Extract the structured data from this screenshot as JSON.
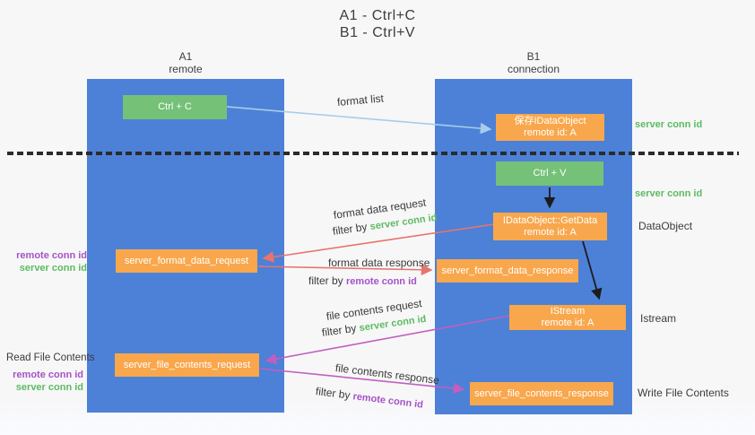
{
  "title": {
    "line1": "A1 - Ctrl+C",
    "line2": "B1 - Ctrl+V"
  },
  "lanes": {
    "a1": {
      "name": "A1",
      "role": "remote"
    },
    "b1": {
      "name": "B1",
      "role": "connection"
    }
  },
  "nodes": {
    "ctrl_c": {
      "label": "Ctrl + C"
    },
    "save_dataobject": {
      "line1": "保存IDataObject",
      "line2": "remote id: A"
    },
    "ctrl_v": {
      "label": "Ctrl + V"
    },
    "getdata": {
      "line1": "IDataObject::GetData",
      "line2": "remote id: A"
    },
    "format_request": {
      "label": "server_format_data_request"
    },
    "format_response": {
      "label": "server_format_data_response"
    },
    "istream": {
      "line1": "IStream",
      "line2": "remote id: A"
    },
    "file_request": {
      "label": "server_file_contents_request"
    },
    "file_response": {
      "label": "server_file_contents_response"
    }
  },
  "arrows": {
    "format_list": {
      "label": "format list"
    },
    "format_data_request": {
      "label": "format data request",
      "filter": "filter by",
      "filter_id": "server conn id"
    },
    "format_data_response": {
      "label": "format data response",
      "filter": "filter by",
      "filter_id": "remote conn id"
    },
    "file_contents_request": {
      "label": "file contents request",
      "filter": "filter by",
      "filter_id": "server conn id"
    },
    "file_contents_response": {
      "label": "file contents response",
      "filter": "filter by",
      "filter_id": "remote conn id"
    }
  },
  "side_labels": {
    "server_conn_id_right_top": "server conn id",
    "server_conn_id_right_mid": "server conn id",
    "dataobject": "DataObject",
    "istream": "Istream",
    "write_file_contents": "Write File Contents",
    "remote_conn_id_left_top": "remote conn id",
    "server_conn_id_left_top": "server conn id",
    "read_file_contents": "Read File Contents",
    "remote_conn_id_left_bottom": "remote conn id",
    "server_conn_id_left_bottom": "server conn id"
  },
  "colors": {
    "lane_blue": "#4c81d7",
    "green_box": "#75c178",
    "orange_box": "#f8a74c",
    "arrow_light_blue": "#a7cceb",
    "arrow_red": "#e9736d",
    "arrow_magenta": "#c05fc0",
    "arrow_black": "#1c1c1c",
    "text_green": "#5cbb61",
    "text_purple": "#a553c6"
  }
}
